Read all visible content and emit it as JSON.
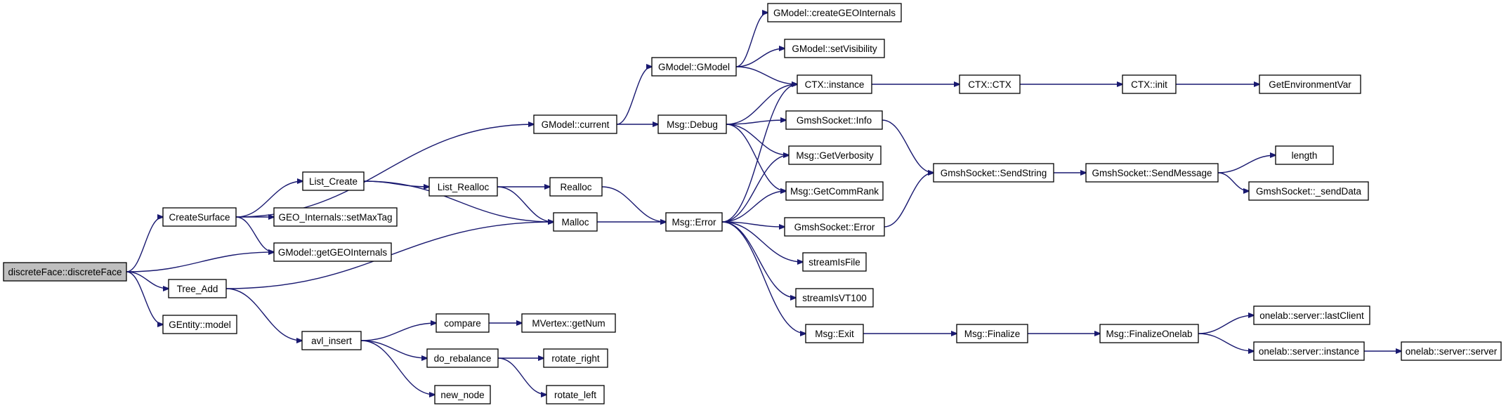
{
  "diagram": {
    "type": "call-graph",
    "root": "discreteFace::discreteFace",
    "colors": {
      "edge": "#191970",
      "root_fill": "#bfbfbf",
      "node_fill": "#ffffff",
      "node_border": "#000000"
    },
    "nodes": [
      {
        "id": "discreteFace",
        "label": "discreteFace::discreteFace"
      },
      {
        "id": "CreateSurface",
        "label": "CreateSurface"
      },
      {
        "id": "GModel_getGEOInternals",
        "label": "GModel::getGEOInternals"
      },
      {
        "id": "Tree_Add",
        "label": "Tree_Add"
      },
      {
        "id": "GEntity_model",
        "label": "GEntity::model"
      },
      {
        "id": "GModel_current",
        "label": "GModel::current"
      },
      {
        "id": "List_Create",
        "label": "List_Create"
      },
      {
        "id": "GEO_Internals_setMaxTag",
        "label": "GEO_Internals::setMaxTag"
      },
      {
        "id": "List_Realloc",
        "label": "List_Realloc"
      },
      {
        "id": "Realloc",
        "label": "Realloc"
      },
      {
        "id": "Malloc",
        "label": "Malloc"
      },
      {
        "id": "avl_insert",
        "label": "avl_insert"
      },
      {
        "id": "compare",
        "label": "compare"
      },
      {
        "id": "do_rebalance",
        "label": "do_rebalance"
      },
      {
        "id": "new_node",
        "label": "new_node"
      },
      {
        "id": "MVertex_getNum",
        "label": "MVertex::getNum"
      },
      {
        "id": "rotate_right",
        "label": "rotate_right"
      },
      {
        "id": "rotate_left",
        "label": "rotate_left"
      },
      {
        "id": "GModel_GModel",
        "label": "GModel::GModel"
      },
      {
        "id": "Msg_Debug",
        "label": "Msg::Debug"
      },
      {
        "id": "Msg_Error",
        "label": "Msg::Error"
      },
      {
        "id": "GModel_createGEOInternals",
        "label": "GModel::createGEOInternals"
      },
      {
        "id": "GModel_setVisibility",
        "label": "GModel::setVisibility"
      },
      {
        "id": "CTX_instance",
        "label": "CTX::instance"
      },
      {
        "id": "GmshSocket_Info",
        "label": "GmshSocket::Info"
      },
      {
        "id": "Msg_GetVerbosity",
        "label": "Msg::GetVerbosity"
      },
      {
        "id": "Msg_GetCommRank",
        "label": "Msg::GetCommRank"
      },
      {
        "id": "GmshSocket_Error",
        "label": "GmshSocket::Error"
      },
      {
        "id": "streamIsFile",
        "label": "streamIsFile"
      },
      {
        "id": "streamIsVT100",
        "label": "streamIsVT100"
      },
      {
        "id": "Msg_Exit",
        "label": "Msg::Exit"
      },
      {
        "id": "CTX_CTX",
        "label": "CTX::CTX"
      },
      {
        "id": "CTX_init",
        "label": "CTX::init"
      },
      {
        "id": "GetEnvironmentVar",
        "label": "GetEnvironmentVar"
      },
      {
        "id": "GmshSocket_SendString",
        "label": "GmshSocket::SendString"
      },
      {
        "id": "GmshSocket_SendMessage",
        "label": "GmshSocket::SendMessage"
      },
      {
        "id": "length",
        "label": "length"
      },
      {
        "id": "GmshSocket_sendData",
        "label": "GmshSocket::_sendData"
      },
      {
        "id": "Msg_Finalize",
        "label": "Msg::Finalize"
      },
      {
        "id": "Msg_FinalizeOnelab",
        "label": "Msg::FinalizeOnelab"
      },
      {
        "id": "onelab_lastClient",
        "label": "onelab::server::lastClient"
      },
      {
        "id": "onelab_instance",
        "label": "onelab::server::instance"
      },
      {
        "id": "onelab_server",
        "label": "onelab::server::server"
      }
    ],
    "edges": [
      [
        "discreteFace",
        "CreateSurface"
      ],
      [
        "discreteFace",
        "GModel_getGEOInternals"
      ],
      [
        "discreteFace",
        "Tree_Add"
      ],
      [
        "discreteFace",
        "GEntity_model"
      ],
      [
        "CreateSurface",
        "GModel_current"
      ],
      [
        "CreateSurface",
        "List_Create"
      ],
      [
        "CreateSurface",
        "GEO_Internals_setMaxTag"
      ],
      [
        "CreateSurface",
        "GModel_getGEOInternals"
      ],
      [
        "List_Create",
        "List_Realloc"
      ],
      [
        "List_Create",
        "Malloc"
      ],
      [
        "List_Realloc",
        "Realloc"
      ],
      [
        "List_Realloc",
        "Malloc"
      ],
      [
        "Realloc",
        "Msg_Error"
      ],
      [
        "Malloc",
        "Msg_Error"
      ],
      [
        "Tree_Add",
        "Malloc"
      ],
      [
        "Tree_Add",
        "avl_insert"
      ],
      [
        "avl_insert",
        "compare"
      ],
      [
        "avl_insert",
        "do_rebalance"
      ],
      [
        "avl_insert",
        "new_node"
      ],
      [
        "compare",
        "MVertex_getNum"
      ],
      [
        "do_rebalance",
        "rotate_right"
      ],
      [
        "do_rebalance",
        "rotate_left"
      ],
      [
        "GModel_current",
        "GModel_GModel"
      ],
      [
        "GModel_current",
        "Msg_Debug"
      ],
      [
        "GModel_GModel",
        "GModel_createGEOInternals"
      ],
      [
        "GModel_GModel",
        "GModel_setVisibility"
      ],
      [
        "GModel_GModel",
        "CTX_instance"
      ],
      [
        "Msg_Debug",
        "CTX_instance"
      ],
      [
        "Msg_Debug",
        "GmshSocket_Info"
      ],
      [
        "Msg_Debug",
        "Msg_GetVerbosity"
      ],
      [
        "Msg_Debug",
        "Msg_GetCommRank"
      ],
      [
        "Msg_Error",
        "CTX_instance"
      ],
      [
        "Msg_Error",
        "Msg_GetVerbosity"
      ],
      [
        "Msg_Error",
        "Msg_GetCommRank"
      ],
      [
        "Msg_Error",
        "GmshSocket_Error"
      ],
      [
        "Msg_Error",
        "streamIsFile"
      ],
      [
        "Msg_Error",
        "streamIsVT100"
      ],
      [
        "Msg_Error",
        "Msg_Exit"
      ],
      [
        "CTX_instance",
        "CTX_CTX"
      ],
      [
        "CTX_CTX",
        "CTX_init"
      ],
      [
        "CTX_init",
        "GetEnvironmentVar"
      ],
      [
        "GmshSocket_Info",
        "GmshSocket_SendString"
      ],
      [
        "GmshSocket_Error",
        "GmshSocket_SendString"
      ],
      [
        "GmshSocket_SendString",
        "GmshSocket_SendMessage"
      ],
      [
        "GmshSocket_SendMessage",
        "length"
      ],
      [
        "GmshSocket_SendMessage",
        "GmshSocket_sendData"
      ],
      [
        "Msg_Exit",
        "Msg_Finalize"
      ],
      [
        "Msg_Finalize",
        "Msg_FinalizeOnelab"
      ],
      [
        "Msg_FinalizeOnelab",
        "onelab_lastClient"
      ],
      [
        "Msg_FinalizeOnelab",
        "onelab_instance"
      ],
      [
        "onelab_instance",
        "onelab_server"
      ]
    ]
  }
}
